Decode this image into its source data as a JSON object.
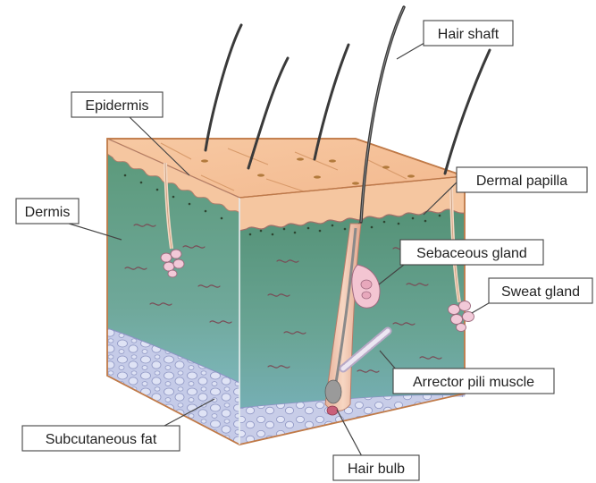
{
  "diagram": {
    "labels": {
      "hair_shaft": "Hair shaft",
      "epidermis": "Epidermis",
      "dermal_papilla": "Dermal papilla",
      "dermis": "Dermis",
      "sebaceous_gland": "Sebaceous gland",
      "sweat_gland": "Sweat gland",
      "arrector_pili_muscle": "Arrector pili muscle",
      "subcutaneous_fat": "Subcutaneous fat",
      "hair_bulb": "Hair bulb"
    },
    "colors": {
      "epidermis": "#f6c7a0",
      "dermis_top": "#5e9a7c",
      "dermis_bottom": "#7fb6c9",
      "fat": "#c7cde8",
      "outline": "#c07a48",
      "gland": "#f2c9d8"
    }
  }
}
